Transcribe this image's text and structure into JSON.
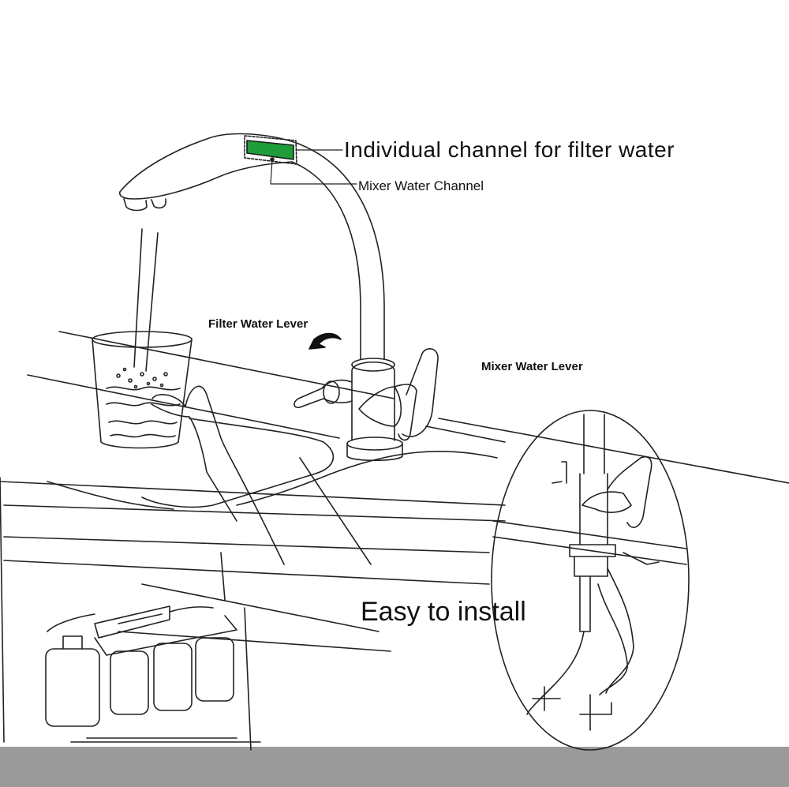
{
  "labels": {
    "filter_channel": "Individual channel for filter water",
    "mixer_channel": "Mixer Water Channel",
    "filter_lever": "Filter Water Lever",
    "mixer_lever": "Mixer Water Lever",
    "install": "Easy to install"
  },
  "colors": {
    "line": "#222222",
    "filter_channel_fill": "#1f9d3a",
    "floor": "#9a9a9a"
  }
}
